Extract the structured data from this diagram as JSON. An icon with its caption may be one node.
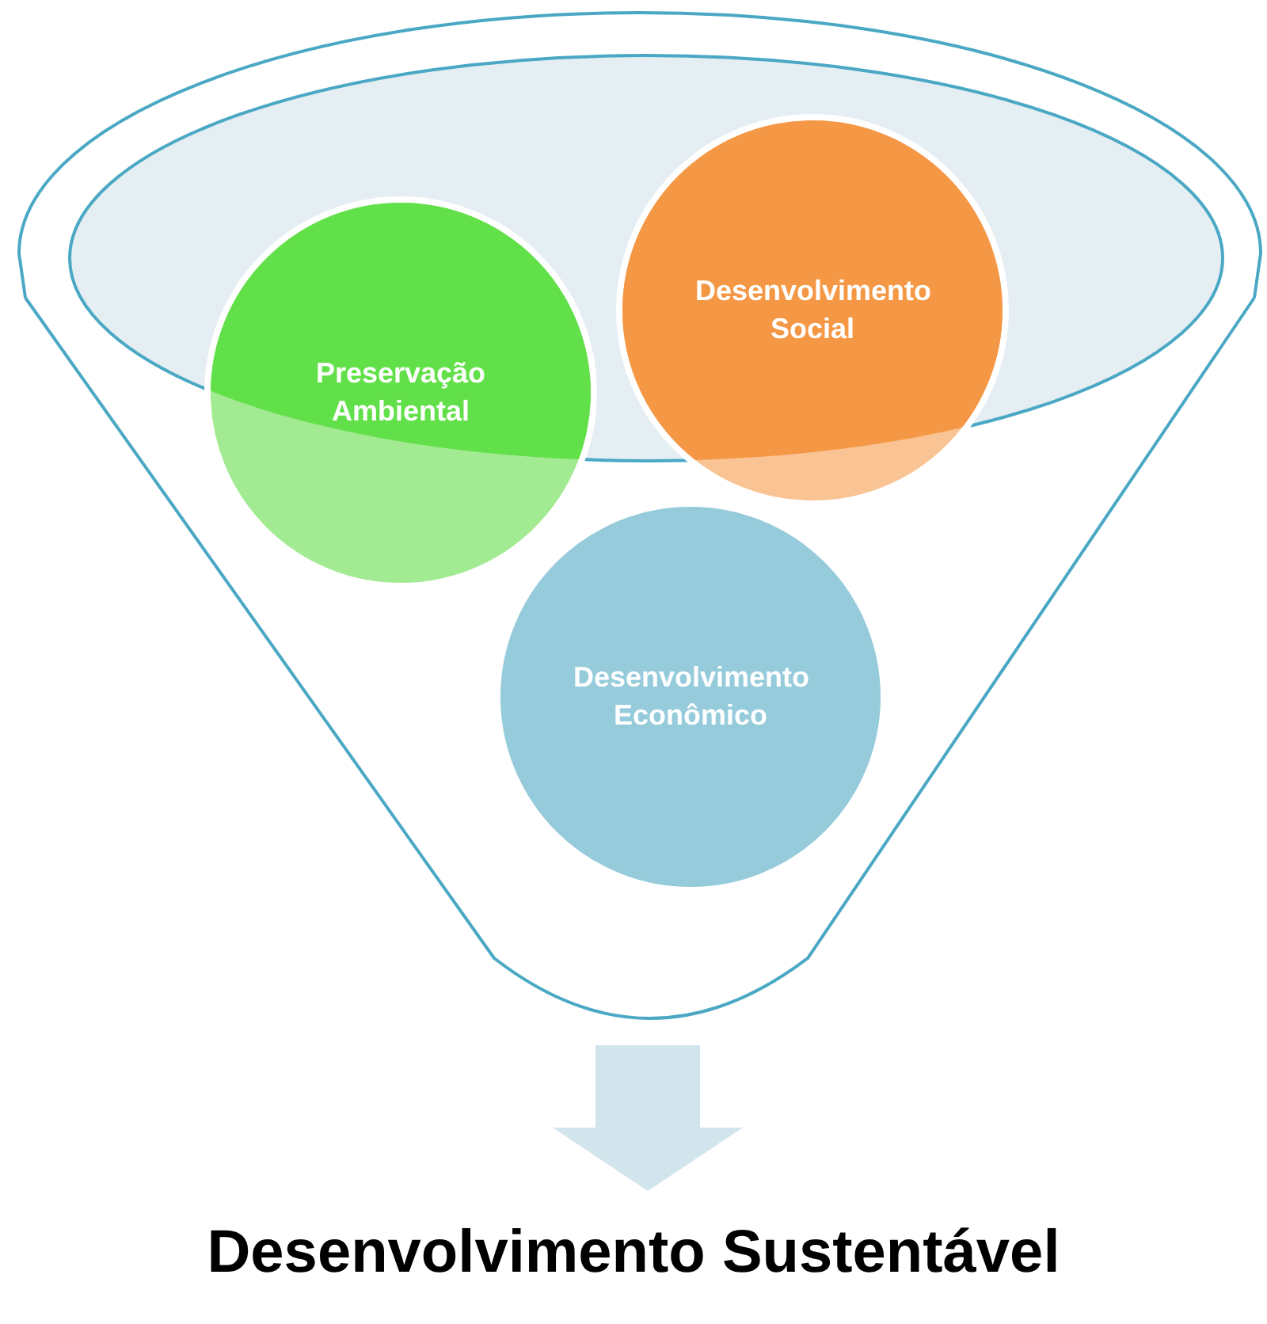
{
  "diagram": {
    "nodes": [
      {
        "text": [],
        "shape": "funnel"
      },
      {
        "text": [
          "Preservação Ambiental"
        ]
      },
      {
        "text": [
          "Desenvolvimento Social"
        ]
      },
      {
        "text": [
          "Desenvolvimento Econômico"
        ],
        "in": 0
      },
      {
        "text": [
          "Desenvolvimento Sustentável"
        ]
      }
    ],
    "edges": [
      {
        "from": 0,
        "to": 4,
        "arrow": "to",
        "style": "thick"
      }
    ]
  }
}
